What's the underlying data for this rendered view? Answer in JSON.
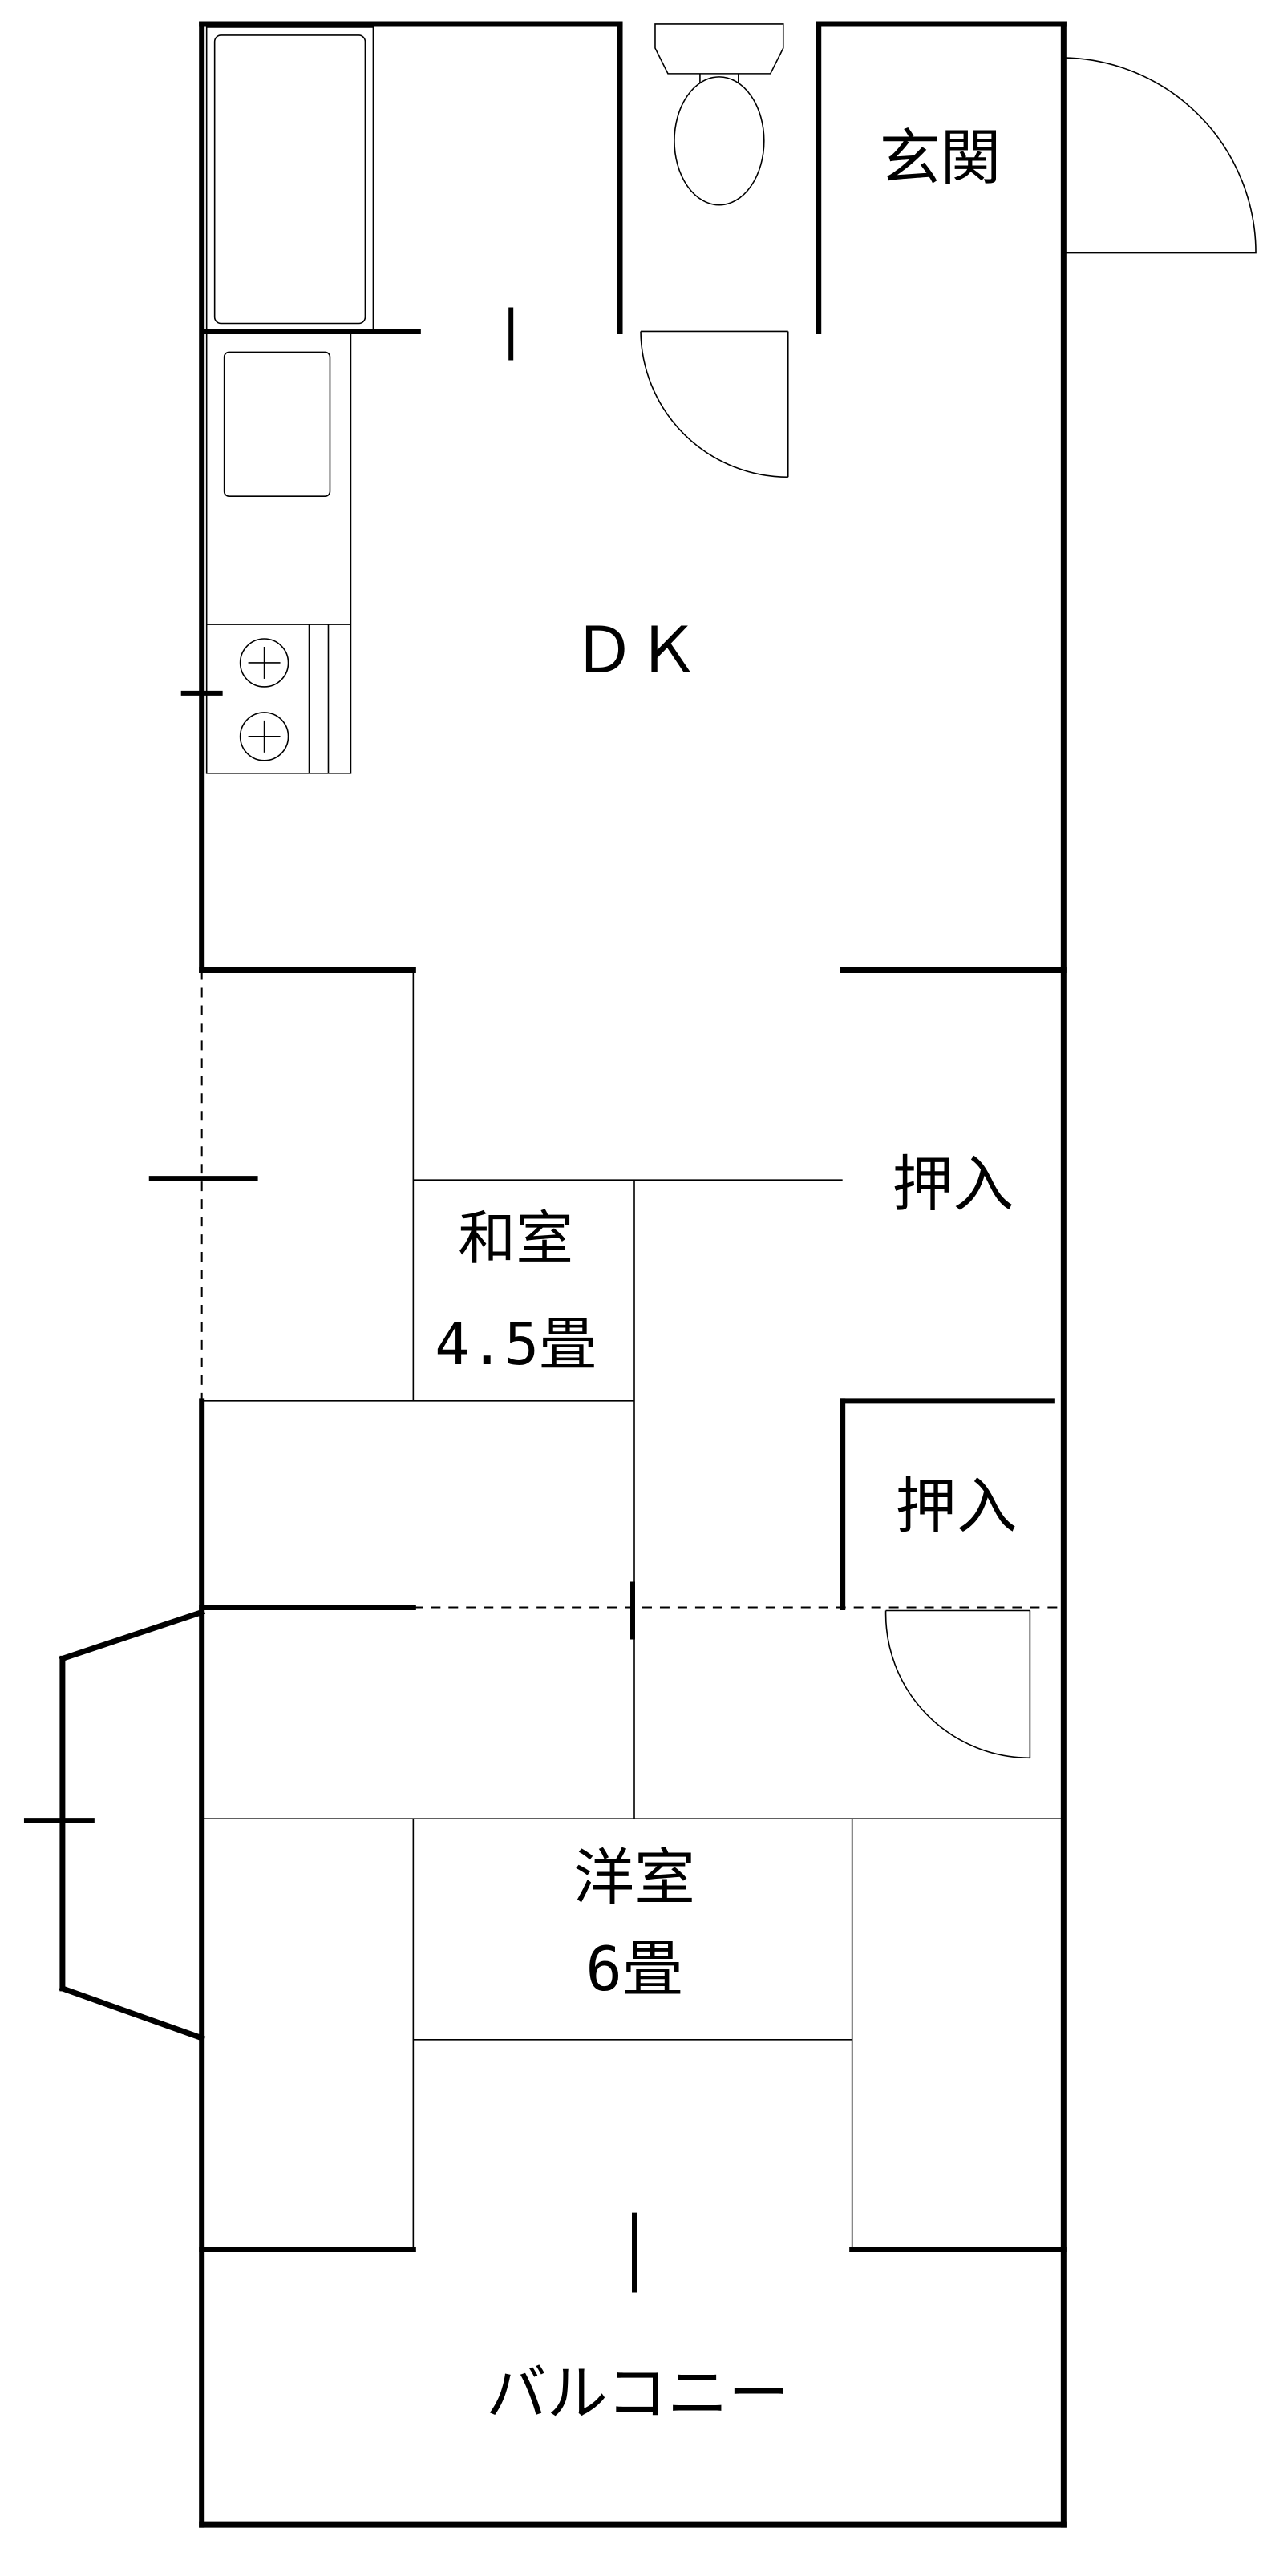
{
  "rooms": {
    "genkan": "玄関",
    "dk": "ＤＫ",
    "oshiire_1": "押入",
    "washitsu_name": "和室",
    "washitsu_size": "4.5畳",
    "oshiire_2": "押入",
    "yoshitsu_name": "洋室",
    "yoshitsu_size": "6畳",
    "balcony": "バルコニー"
  }
}
